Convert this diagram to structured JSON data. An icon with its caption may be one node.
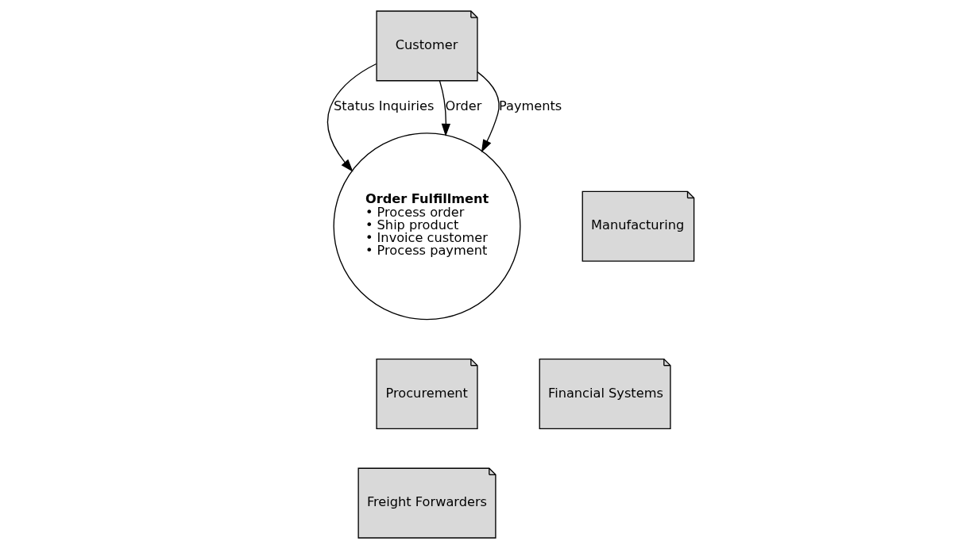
{
  "diagram": {
    "nodes": [
      {
        "text": [
          "Customer"
        ]
      },
      {
        "text": [
          "Order Fulfillment",
          "• Process order",
          "• Ship product",
          "• Invoice customer",
          "• Process payment"
        ]
      },
      {
        "text": [
          "Manufacturing"
        ]
      },
      {
        "text": [
          "Procurement"
        ]
      },
      {
        "text": [
          "Financial Systems"
        ]
      },
      {
        "text": [
          "Freight Forwarders"
        ]
      }
    ],
    "edges": [
      {
        "from": 0,
        "to": 1,
        "arrow": "to",
        "label": "Status Inquiries"
      },
      {
        "from": 0,
        "to": 1,
        "arrow": "to",
        "label": "Order"
      },
      {
        "from": 0,
        "to": 1,
        "arrow": "to",
        "label": "Payments"
      }
    ]
  }
}
